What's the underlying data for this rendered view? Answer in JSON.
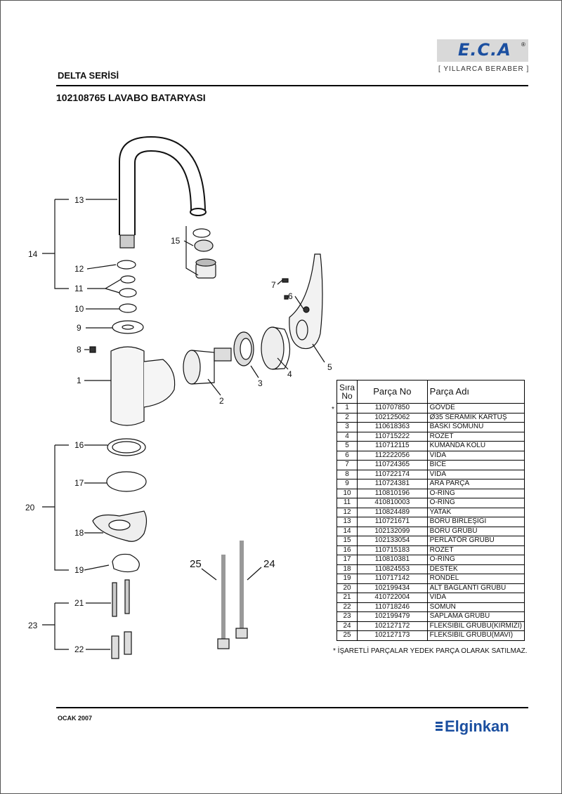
{
  "header": {
    "series": "DELTA SERİSİ",
    "title": "102108765 LAVABO BATARYASI",
    "logo_brand": "E.C.A",
    "logo_registered": "®",
    "logo_tagline": "[ YILLARCA BERABER ]"
  },
  "callouts": {
    "c1": "1",
    "c2": "2",
    "c3": "3",
    "c4": "4",
    "c5": "5",
    "c6": "6",
    "c7": "7",
    "c8": "8",
    "c9": "9",
    "c10": "10",
    "c11": "11",
    "c12": "12",
    "c13": "13",
    "c14": "14",
    "c15": "15",
    "c16": "16",
    "c17": "17",
    "c18": "18",
    "c19": "19",
    "c20": "20",
    "c21": "21",
    "c22": "22",
    "c23": "23",
    "c24": "24",
    "c25": "25"
  },
  "parts_table": {
    "headers": {
      "sira": "Sıra",
      "no_word": "No",
      "parca_no": "Parça No",
      "parca_adi": "Parça Adı"
    },
    "spare_marker": "*",
    "rows": [
      {
        "sira": "1",
        "parca_no": "110707850",
        "parca_adi": "GÖVDE"
      },
      {
        "sira": "2",
        "parca_no": "102125062",
        "parca_adi": "Ø35 SERAMİK KARTUŞ"
      },
      {
        "sira": "3",
        "parca_no": "110618363",
        "parca_adi": "BASKI SOMUNU"
      },
      {
        "sira": "4",
        "parca_no": "110715222",
        "parca_adi": "ROZET"
      },
      {
        "sira": "5",
        "parca_no": "110712115",
        "parca_adi": "KUMANDA KOLU"
      },
      {
        "sira": "6",
        "parca_no": "112222056",
        "parca_adi": "VİDA"
      },
      {
        "sira": "7",
        "parca_no": "110724365",
        "parca_adi": "BİCE"
      },
      {
        "sira": "8",
        "parca_no": "110722174",
        "parca_adi": "VİDA"
      },
      {
        "sira": "9",
        "parca_no": "110724381",
        "parca_adi": "ARA PARÇA"
      },
      {
        "sira": "10",
        "parca_no": "110810196",
        "parca_adi": "O-RİNG"
      },
      {
        "sira": "11",
        "parca_no": "410810003",
        "parca_adi": "O-RİNG"
      },
      {
        "sira": "12",
        "parca_no": "110824489",
        "parca_adi": "YATAK"
      },
      {
        "sira": "13",
        "parca_no": "110721671",
        "parca_adi": "BORU BİRLEŞİĞİ"
      },
      {
        "sira": "14",
        "parca_no": "102132099",
        "parca_adi": "BORU GRUBU"
      },
      {
        "sira": "15",
        "parca_no": "102133054",
        "parca_adi": "PERLATÖR GRUBU"
      },
      {
        "sira": "16",
        "parca_no": "110715183",
        "parca_adi": "ROZET"
      },
      {
        "sira": "17",
        "parca_no": "110810381",
        "parca_adi": "O-RİNG"
      },
      {
        "sira": "18",
        "parca_no": "110824553",
        "parca_adi": "DESTEK"
      },
      {
        "sira": "19",
        "parca_no": "110717142",
        "parca_adi": "RONDEL"
      },
      {
        "sira": "20",
        "parca_no": "102199434",
        "parca_adi": "ALT BAĞLANTI GRUBU"
      },
      {
        "sira": "21",
        "parca_no": "410722004",
        "parca_adi": "VİDA"
      },
      {
        "sira": "22",
        "parca_no": "110718246",
        "parca_adi": "SOMUN"
      },
      {
        "sira": "23",
        "parca_no": "102199479",
        "parca_adi": "SAPLAMA GRUBU"
      },
      {
        "sira": "24",
        "parca_no": "102127172",
        "parca_adi": "FLEKSİBIL GRUBU(KIRMIZI)"
      },
      {
        "sira": "25",
        "parca_no": "102127173",
        "parca_adi": "FLEKSİBIL GRUBU(MAVİ)"
      }
    ],
    "note": "* İŞARETLİ PARÇALAR YEDEK PARÇA OLARAK SATILMAZ."
  },
  "footer": {
    "date": "OCAK 2007",
    "brand": "Elginkan"
  },
  "colors": {
    "brand_blue": "#1b4fa0",
    "logo_background": "#d9d9d9"
  }
}
